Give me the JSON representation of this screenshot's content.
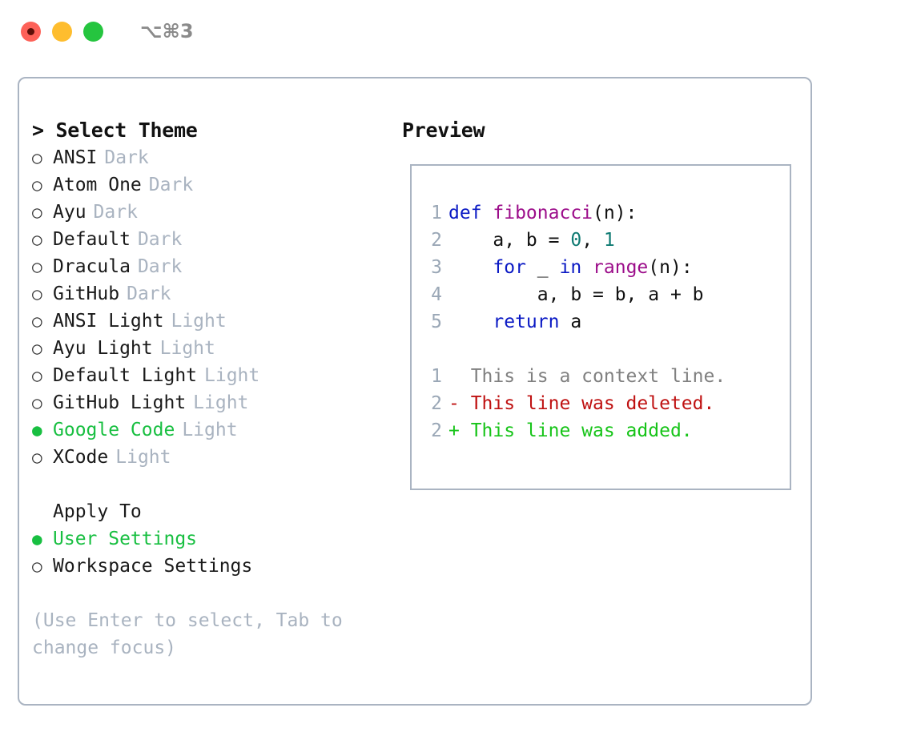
{
  "titlebar": {
    "shortcut": "⌥⌘3",
    "lights": [
      "close-red",
      "minimize-yellow",
      "zoom-green"
    ]
  },
  "theme_picker": {
    "heading": "> Select Theme",
    "selected_theme": "Google Code",
    "bullet_unselected": "○",
    "bullet_selected": "●",
    "accent_color": "#18bf41",
    "badge_color": "#a9b3c0",
    "items": [
      {
        "name": "ANSI",
        "badge": "Dark",
        "selected": false
      },
      {
        "name": "Atom One",
        "badge": "Dark",
        "selected": false
      },
      {
        "name": "Ayu",
        "badge": "Dark",
        "selected": false
      },
      {
        "name": "Default",
        "badge": "Dark",
        "selected": false
      },
      {
        "name": "Dracula",
        "badge": "Dark",
        "selected": false
      },
      {
        "name": "GitHub",
        "badge": "Dark",
        "selected": false
      },
      {
        "name": "ANSI Light",
        "badge": "Light",
        "selected": false
      },
      {
        "name": "Ayu Light",
        "badge": "Light",
        "selected": false
      },
      {
        "name": "Default Light",
        "badge": "Light",
        "selected": false
      },
      {
        "name": "GitHub Light",
        "badge": "Light",
        "selected": false
      },
      {
        "name": "Google Code",
        "badge": "Light",
        "selected": true
      },
      {
        "name": "XCode",
        "badge": "Light",
        "selected": false
      }
    ]
  },
  "apply_to": {
    "heading": "Apply To",
    "selected_target": "User Settings",
    "items": [
      {
        "name": "User Settings",
        "selected": true
      },
      {
        "name": "Workspace Settings",
        "selected": false
      }
    ]
  },
  "hint": "(Use Enter to select, Tab to change focus)",
  "preview": {
    "title": "Preview",
    "code_lines": [
      {
        "no": "1",
        "tokens": [
          {
            "t": "def ",
            "c": "kw"
          },
          {
            "t": "fibonacci",
            "c": "fn"
          },
          {
            "t": "(n):",
            "c": "pl"
          }
        ]
      },
      {
        "no": "2",
        "tokens": [
          {
            "t": "    a, b = ",
            "c": "pl"
          },
          {
            "t": "0",
            "c": "num"
          },
          {
            "t": ", ",
            "c": "pl"
          },
          {
            "t": "1",
            "c": "num"
          }
        ]
      },
      {
        "no": "3",
        "tokens": [
          {
            "t": "    ",
            "c": "pl"
          },
          {
            "t": "for",
            "c": "kw"
          },
          {
            "t": " _ ",
            "c": "pl"
          },
          {
            "t": "in",
            "c": "kw"
          },
          {
            "t": " ",
            "c": "pl"
          },
          {
            "t": "range",
            "c": "fn"
          },
          {
            "t": "(n):",
            "c": "pl"
          }
        ]
      },
      {
        "no": "4",
        "tokens": [
          {
            "t": "        a, b = b, a + b",
            "c": "pl"
          }
        ]
      },
      {
        "no": "5",
        "tokens": [
          {
            "t": "    ",
            "c": "pl"
          },
          {
            "t": "return",
            "c": "kw"
          },
          {
            "t": " a",
            "c": "pl"
          }
        ]
      }
    ],
    "diff_lines": [
      {
        "no": "1",
        "text": "  This is a context line.",
        "c": "ctx"
      },
      {
        "no": "2",
        "text": "- This line was deleted.",
        "c": "del"
      },
      {
        "no": "2",
        "text": "+ This line was added.",
        "c": "add"
      }
    ],
    "syntax_colors": {
      "keyword": "#0a19c4",
      "function": "#9c0d8a",
      "number": "#0e7a72",
      "plain": "#111111",
      "linenumber": "#9aa7b6",
      "diff_context": "#808080",
      "diff_deleted": "#bf1111",
      "diff_added": "#17c419"
    }
  }
}
